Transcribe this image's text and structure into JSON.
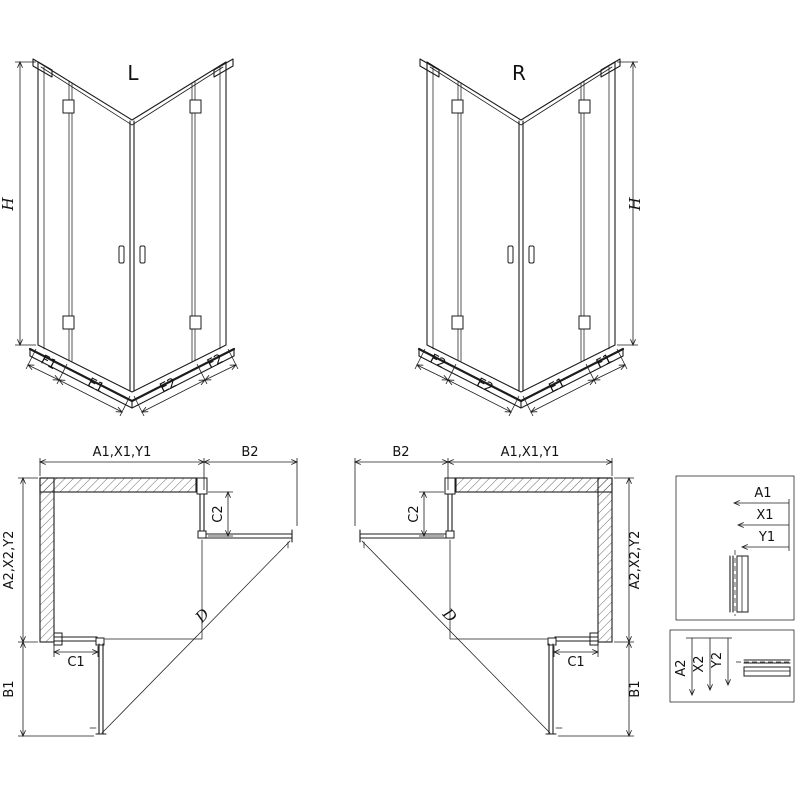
{
  "colors": {
    "line": "#1c1c1c",
    "hatch": "#444444",
    "text": "#111111",
    "background": "#ffffff"
  },
  "front_view_left": {
    "label": "L",
    "height_label": "H",
    "bottom_labels": [
      "F1",
      "E1",
      "E2",
      "F2"
    ]
  },
  "front_view_right": {
    "label": "R",
    "height_label": "H",
    "bottom_labels": [
      "F2",
      "E2",
      "E1",
      "F1"
    ]
  },
  "plan_view_left": {
    "width_label": "A1,X1,Y1",
    "door_label": "B2",
    "fixed_side_label": "C2",
    "depth_label": "A2,X2,Y2",
    "diagonal_label": "D",
    "fixed_bottom_label": "C1",
    "door_bottom_label": "B1"
  },
  "plan_view_right": {
    "width_label": "A1,X1,Y1",
    "door_label": "B2",
    "fixed_side_label": "C2",
    "depth_label": "A2,X2,Y2",
    "diagonal_label": "D",
    "fixed_bottom_label": "C1",
    "door_bottom_label": "B1"
  },
  "detail_top": {
    "labels": [
      "A1",
      "X1",
      "Y1"
    ]
  },
  "detail_bottom": {
    "labels": [
      "A2",
      "X2",
      "Y2"
    ]
  }
}
